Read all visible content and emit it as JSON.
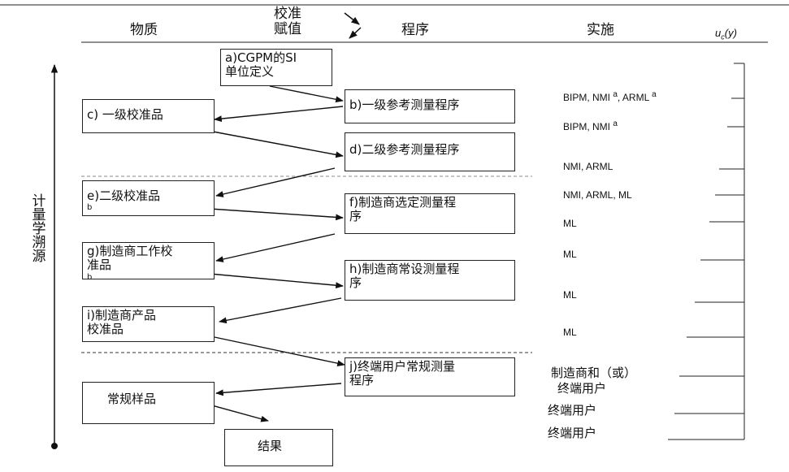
{
  "headers": {
    "substance": "物质",
    "calibration_line1": "校准",
    "calibration_line2": "赋值",
    "procedure": "程序",
    "implementation": "实施",
    "uncertainty": "u"
  },
  "uncertainty_sub": "c",
  "uncertainty_tail": "(y)",
  "side_label": [
    "计",
    "量",
    "学",
    "溯",
    "源"
  ],
  "boxes": {
    "a": [
      "a)CGPM的SI",
      "单位定义"
    ],
    "b": [
      "b)一级参考测量程序"
    ],
    "c": [
      "c) 一级校准品"
    ],
    "d": [
      "d)二级参考测量程序"
    ],
    "e": [
      "e)二级校准品"
    ],
    "e_sup": "b",
    "f": [
      "f)制造商选定测量程",
      "序"
    ],
    "g": [
      "g)制造商工作校",
      "准品"
    ],
    "g_sup": "b",
    "h": [
      "h)制造商常设测量程",
      "序"
    ],
    "i": [
      "i)制造商产品",
      "校准品"
    ],
    "j": [
      "j)终端用户常规测量",
      "程序"
    ],
    "routine": [
      "常规样品"
    ],
    "result": [
      "结果"
    ]
  },
  "implementation": {
    "r1_text": "BIPM, NMI ",
    "r1_sup1": "a",
    "r1_mid": ", ARML ",
    "r1_sup2": "a",
    "r2_text": "BIPM, NMI ",
    "r2_sup": "a",
    "r3": "NMI, ARML",
    "r4": "NMI, ARML, ML",
    "r5": "ML",
    "r6": "ML",
    "r7": "ML",
    "r8": "ML",
    "r9_line1": "制造商和（或）",
    "r9_line2": "终端用户",
    "r10": "终端用户",
    "r11": "终端用户"
  }
}
